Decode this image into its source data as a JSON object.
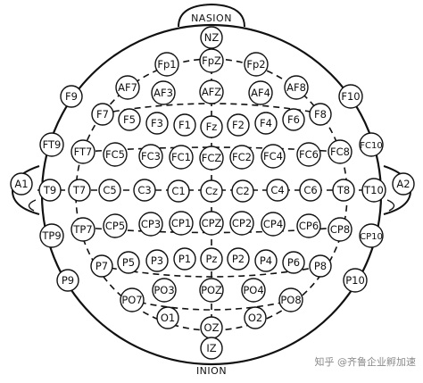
{
  "landmarks": {
    "nasion": "NASION",
    "inion": "INION"
  },
  "watermark": "知乎 @齐鲁企业孵加速",
  "colors": {
    "stroke": "#111111",
    "fill": "#ffffff",
    "watermark": "#8a8a8a"
  },
  "electrodes": [
    {
      "id": "NZ",
      "label": "NZ"
    },
    {
      "id": "Fp1",
      "label": "Fp1"
    },
    {
      "id": "FpZ",
      "label": "FpZ"
    },
    {
      "id": "Fp2",
      "label": "Fp2"
    },
    {
      "id": "AF7",
      "label": "AF7"
    },
    {
      "id": "AF3",
      "label": "AF3"
    },
    {
      "id": "AFZ",
      "label": "AFZ"
    },
    {
      "id": "AF4",
      "label": "AF4"
    },
    {
      "id": "AF8",
      "label": "AF8"
    },
    {
      "id": "F9",
      "label": "F9"
    },
    {
      "id": "F10",
      "label": "F10"
    },
    {
      "id": "F7",
      "label": "F7"
    },
    {
      "id": "F5",
      "label": "F5"
    },
    {
      "id": "F3",
      "label": "F3"
    },
    {
      "id": "F1",
      "label": "F1"
    },
    {
      "id": "Fz",
      "label": "Fz"
    },
    {
      "id": "F2",
      "label": "F2"
    },
    {
      "id": "F4",
      "label": "F4"
    },
    {
      "id": "F6",
      "label": "F6"
    },
    {
      "id": "F8",
      "label": "F8"
    },
    {
      "id": "FT9",
      "label": "FT9"
    },
    {
      "id": "FT7",
      "label": "FT7"
    },
    {
      "id": "FC5",
      "label": "FC5"
    },
    {
      "id": "FC3",
      "label": "FC3"
    },
    {
      "id": "FC1",
      "label": "FC1"
    },
    {
      "id": "FCZ",
      "label": "FCZ"
    },
    {
      "id": "FC2",
      "label": "FC2"
    },
    {
      "id": "FC4",
      "label": "FC4"
    },
    {
      "id": "FC6",
      "label": "FC6"
    },
    {
      "id": "FC8",
      "label": "FC8"
    },
    {
      "id": "FC10",
      "label": "FC10"
    },
    {
      "id": "A1",
      "label": "A1"
    },
    {
      "id": "T9",
      "label": "T9"
    },
    {
      "id": "T7",
      "label": "T7"
    },
    {
      "id": "C5",
      "label": "C5"
    },
    {
      "id": "C3",
      "label": "C3"
    },
    {
      "id": "C1",
      "label": "C1"
    },
    {
      "id": "Cz",
      "label": "Cz"
    },
    {
      "id": "C2",
      "label": "C2"
    },
    {
      "id": "C4",
      "label": "C4"
    },
    {
      "id": "C6",
      "label": "C6"
    },
    {
      "id": "T8",
      "label": "T8"
    },
    {
      "id": "T10",
      "label": "T10"
    },
    {
      "id": "A2",
      "label": "A2"
    },
    {
      "id": "TP9",
      "label": "TP9"
    },
    {
      "id": "TP7",
      "label": "TP7"
    },
    {
      "id": "CP5",
      "label": "CP5"
    },
    {
      "id": "CP3",
      "label": "CP3"
    },
    {
      "id": "CP1",
      "label": "CP1"
    },
    {
      "id": "CPZ",
      "label": "CPZ"
    },
    {
      "id": "CP2",
      "label": "CP2"
    },
    {
      "id": "CP4",
      "label": "CP4"
    },
    {
      "id": "CP6",
      "label": "CP6"
    },
    {
      "id": "CP8",
      "label": "CP8"
    },
    {
      "id": "CP10",
      "label": "CP10"
    },
    {
      "id": "P9",
      "label": "P9"
    },
    {
      "id": "P7",
      "label": "P7"
    },
    {
      "id": "P5",
      "label": "P5"
    },
    {
      "id": "P3",
      "label": "P3"
    },
    {
      "id": "P1",
      "label": "P1"
    },
    {
      "id": "Pz",
      "label": "Pz"
    },
    {
      "id": "P2",
      "label": "P2"
    },
    {
      "id": "P4",
      "label": "P4"
    },
    {
      "id": "P6",
      "label": "P6"
    },
    {
      "id": "P8",
      "label": "P8"
    },
    {
      "id": "P10",
      "label": "P10"
    },
    {
      "id": "PO7",
      "label": "PO7"
    },
    {
      "id": "PO3",
      "label": "PO3"
    },
    {
      "id": "POZ",
      "label": "POZ"
    },
    {
      "id": "PO4",
      "label": "PO4"
    },
    {
      "id": "PO8",
      "label": "PO8"
    },
    {
      "id": "O1",
      "label": "O1"
    },
    {
      "id": "OZ",
      "label": "OZ"
    },
    {
      "id": "O2",
      "label": "O2"
    },
    {
      "id": "IZ",
      "label": "IZ"
    }
  ]
}
